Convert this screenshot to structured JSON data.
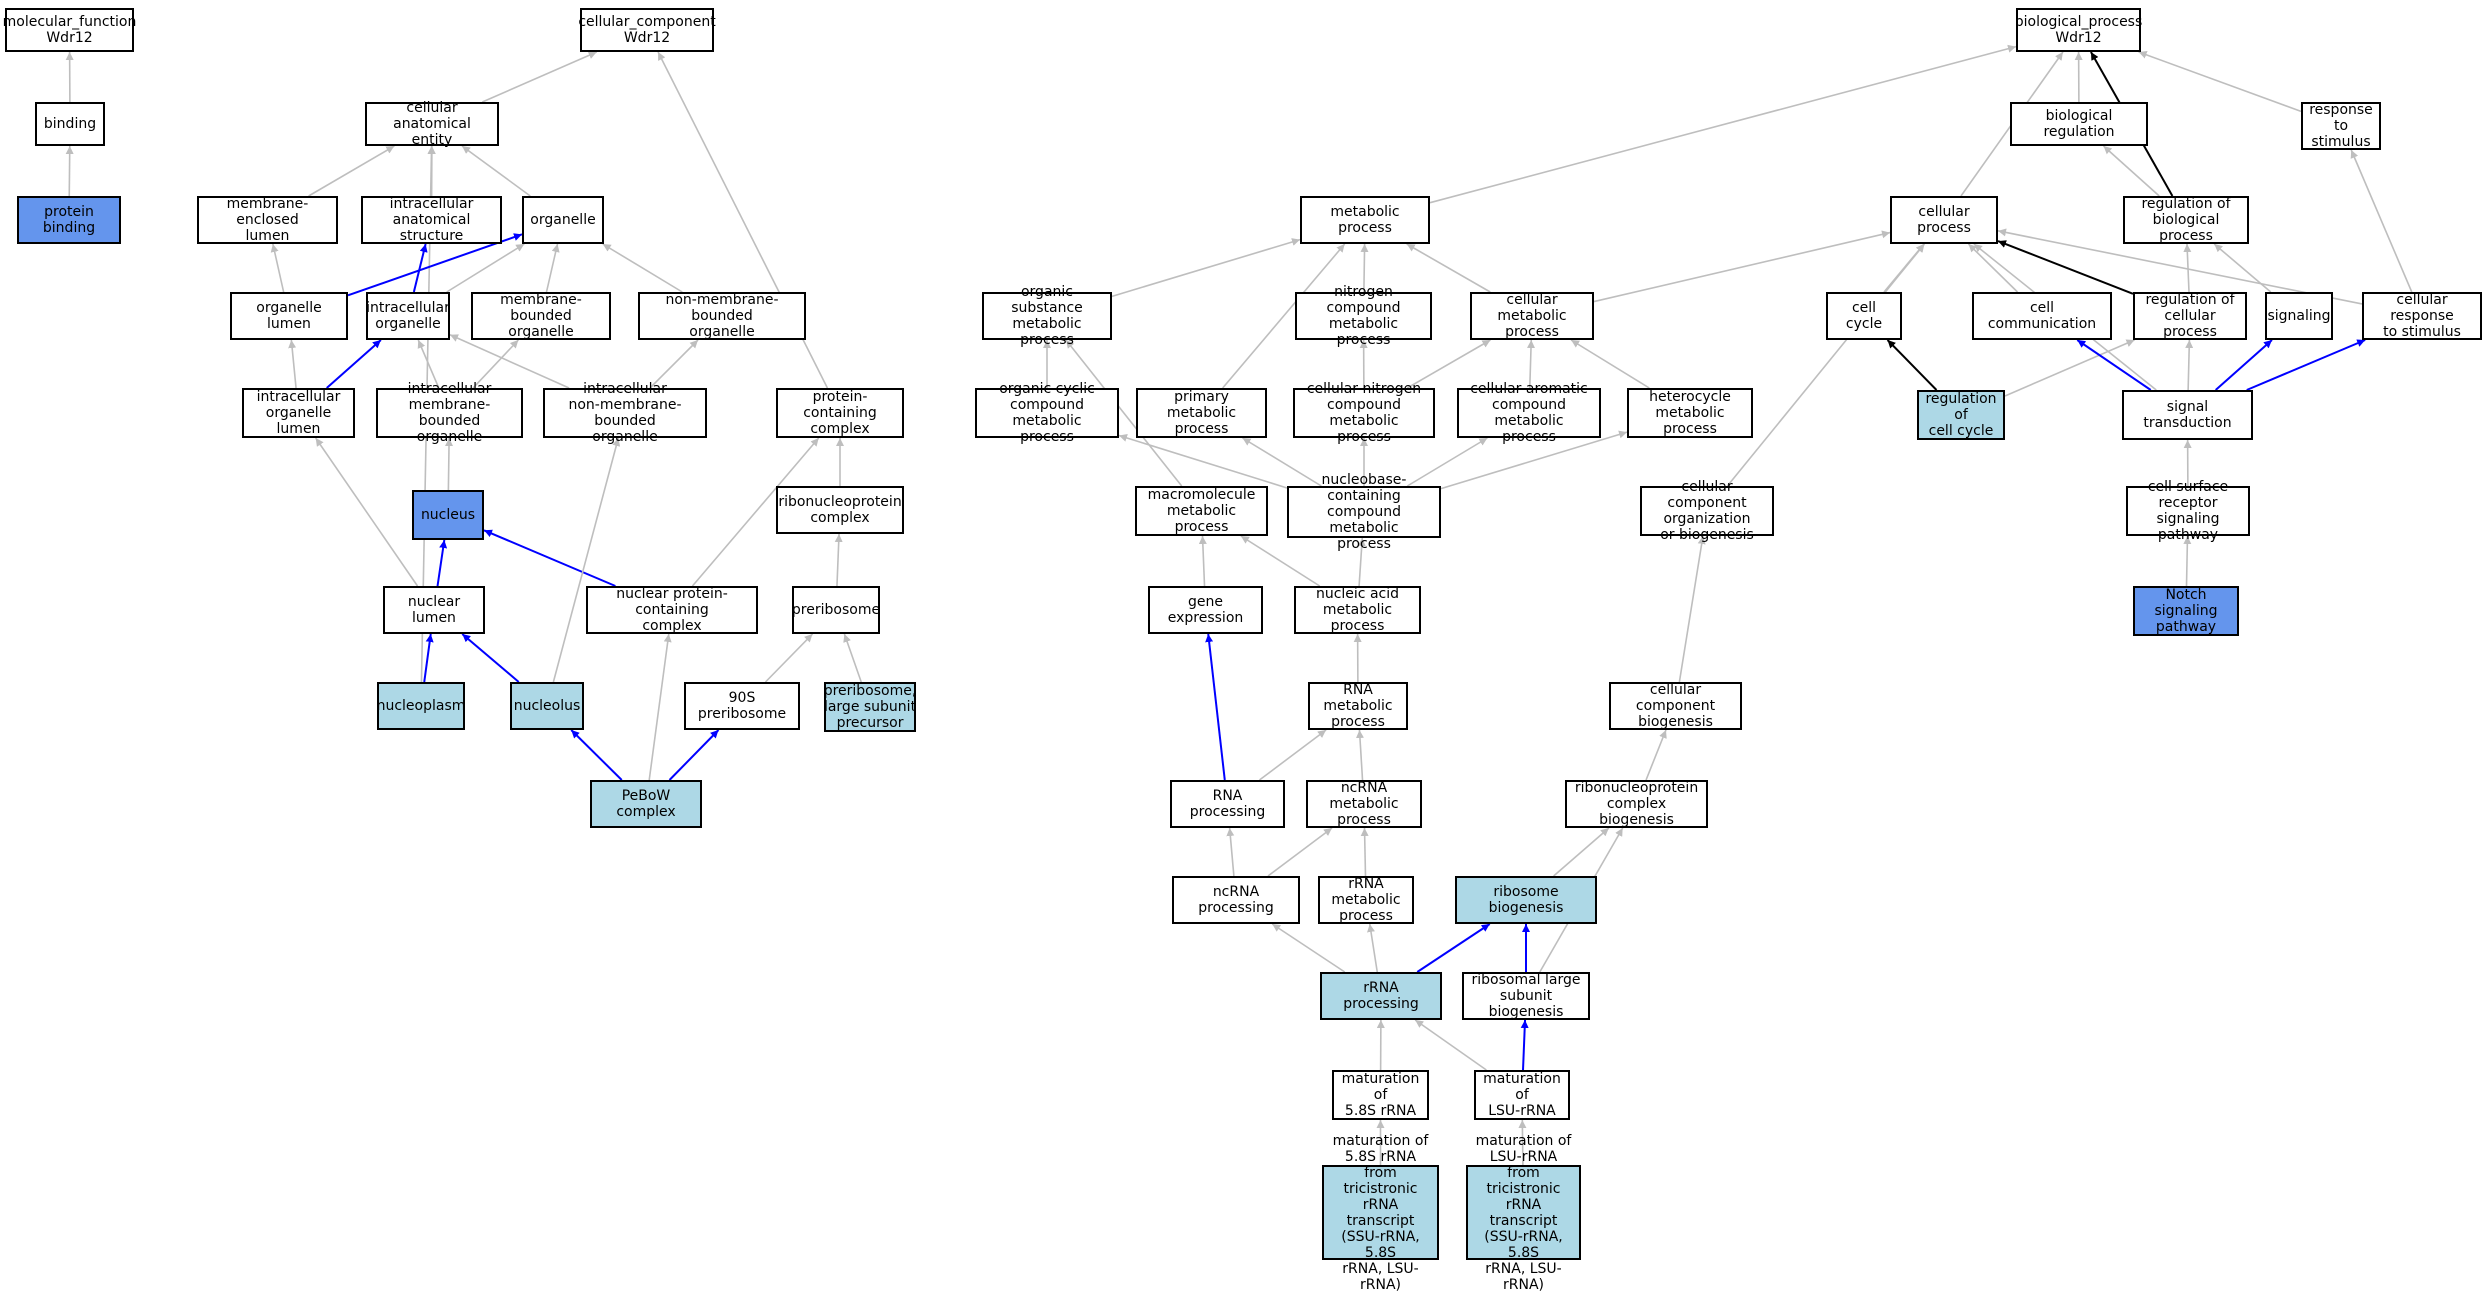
{
  "colors": {
    "edge_gray": "#bebebe",
    "edge_blue": "#0000ff",
    "edge_black": "#000000",
    "fill_light": "#add8e6",
    "fill_dark": "#6495ed",
    "fill_default": "#ffffff"
  },
  "nodes": [
    {
      "id": "mf",
      "label": "molecular_function\nWdr12",
      "fill": "white"
    },
    {
      "id": "binding",
      "label": "binding",
      "fill": "white"
    },
    {
      "id": "protbind",
      "label": "protein binding",
      "fill": "dark"
    },
    {
      "id": "cc",
      "label": "cellular_component\nWdr12",
      "fill": "white"
    },
    {
      "id": "cae",
      "label": "cellular anatomical\nentity",
      "fill": "white"
    },
    {
      "id": "mel",
      "label": "membrane-enclosed\nlumen",
      "fill": "white"
    },
    {
      "id": "ias",
      "label": "intracellular\nanatomical structure",
      "fill": "white"
    },
    {
      "id": "organelle",
      "label": "organelle",
      "fill": "white"
    },
    {
      "id": "orglumen",
      "label": "organelle lumen",
      "fill": "white"
    },
    {
      "id": "intorg",
      "label": "intracellular\norganelle",
      "fill": "white"
    },
    {
      "id": "mbo",
      "label": "membrane-bounded\norganelle",
      "fill": "white"
    },
    {
      "id": "nmbo",
      "label": "non-membrane-bounded\norganelle",
      "fill": "white"
    },
    {
      "id": "iol",
      "label": "intracellular\norganelle lumen",
      "fill": "white"
    },
    {
      "id": "imbo",
      "label": "intracellular\nmembrane-bounded\norganelle",
      "fill": "white"
    },
    {
      "id": "inmbo",
      "label": "intracellular\nnon-membrane-bounded\norganelle",
      "fill": "white"
    },
    {
      "id": "pcc",
      "label": "protein-containing\ncomplex",
      "fill": "white"
    },
    {
      "id": "rnpc",
      "label": "ribonucleoprotein\ncomplex",
      "fill": "white"
    },
    {
      "id": "nucleus",
      "label": "nucleus",
      "fill": "dark"
    },
    {
      "id": "nuclumen",
      "label": "nuclear lumen",
      "fill": "white"
    },
    {
      "id": "npcc",
      "label": "nuclear protein-containing\ncomplex",
      "fill": "white"
    },
    {
      "id": "preribo",
      "label": "preribosome",
      "fill": "white"
    },
    {
      "id": "nucleoplasm",
      "label": "nucleoplasm",
      "fill": "light"
    },
    {
      "id": "nucleolus",
      "label": "nucleolus",
      "fill": "light"
    },
    {
      "id": "pre90s",
      "label": "90S preribosome",
      "fill": "white"
    },
    {
      "id": "prelsu",
      "label": "preribosome,\nlarge subunit\nprecursor",
      "fill": "light"
    },
    {
      "id": "pebow",
      "label": "PeBoW complex",
      "fill": "light"
    },
    {
      "id": "bp",
      "label": "biological_process\nWdr12",
      "fill": "white"
    },
    {
      "id": "bioreg",
      "label": "biological regulation",
      "fill": "white"
    },
    {
      "id": "resp",
      "label": "response to\nstimulus",
      "fill": "white"
    },
    {
      "id": "metab",
      "label": "metabolic process",
      "fill": "white"
    },
    {
      "id": "cellproc",
      "label": "cellular process",
      "fill": "white"
    },
    {
      "id": "regbio",
      "label": "regulation of\nbiological process",
      "fill": "white"
    },
    {
      "id": "osmp",
      "label": "organic substance\nmetabolic process",
      "fill": "white"
    },
    {
      "id": "ncmp",
      "label": "nitrogen compound\nmetabolic process",
      "fill": "white"
    },
    {
      "id": "cmp",
      "label": "cellular metabolic\nprocess",
      "fill": "white"
    },
    {
      "id": "cellcycle",
      "label": "cell cycle",
      "fill": "white"
    },
    {
      "id": "cellcomm",
      "label": "cell communication",
      "fill": "white"
    },
    {
      "id": "regcell",
      "label": "regulation of\ncellular process",
      "fill": "white"
    },
    {
      "id": "signaling",
      "label": "signaling",
      "fill": "white"
    },
    {
      "id": "cresp",
      "label": "cellular response\nto stimulus",
      "fill": "white"
    },
    {
      "id": "occmp",
      "label": "organic cyclic\ncompound metabolic\nprocess",
      "fill": "white"
    },
    {
      "id": "pmp",
      "label": "primary metabolic\nprocess",
      "fill": "white"
    },
    {
      "id": "cncmp",
      "label": "cellular nitrogen\ncompound metabolic\nprocess",
      "fill": "white"
    },
    {
      "id": "cacmp",
      "label": "cellular aromatic\ncompound metabolic\nprocess",
      "fill": "white"
    },
    {
      "id": "hmp",
      "label": "heterocycle\nmetabolic process",
      "fill": "white"
    },
    {
      "id": "regcc",
      "label": "regulation of\ncell cycle",
      "fill": "light"
    },
    {
      "id": "sigtrans",
      "label": "signal transduction",
      "fill": "white"
    },
    {
      "id": "mmp",
      "label": "macromolecule\nmetabolic process",
      "fill": "white"
    },
    {
      "id": "nbcmp",
      "label": "nucleobase-containing\ncompound metabolic\nprocess",
      "fill": "white"
    },
    {
      "id": "ccob",
      "label": "cellular component\norganization\nor biogenesis",
      "fill": "white"
    },
    {
      "id": "csrsp",
      "label": "cell surface\nreceptor signaling\npathway",
      "fill": "white"
    },
    {
      "id": "geneexp",
      "label": "gene expression",
      "fill": "white"
    },
    {
      "id": "namp",
      "label": "nucleic acid\nmetabolic process",
      "fill": "white"
    },
    {
      "id": "notch",
      "label": "Notch signaling\npathway",
      "fill": "dark"
    },
    {
      "id": "rnamp",
      "label": "RNA metabolic\nprocess",
      "fill": "white"
    },
    {
      "id": "ccbio",
      "label": "cellular component\nbiogenesis",
      "fill": "white"
    },
    {
      "id": "rnaproc",
      "label": "RNA processing",
      "fill": "white"
    },
    {
      "id": "ncrnamp",
      "label": "ncRNA metabolic\nprocess",
      "fill": "white"
    },
    {
      "id": "rnpcb",
      "label": "ribonucleoprotein\ncomplex biogenesis",
      "fill": "white"
    },
    {
      "id": "ncrnaproc",
      "label": "ncRNA processing",
      "fill": "white"
    },
    {
      "id": "rrnamp",
      "label": "rRNA metabolic\nprocess",
      "fill": "white"
    },
    {
      "id": "ribobio",
      "label": "ribosome biogenesis",
      "fill": "light"
    },
    {
      "id": "rrnaproc",
      "label": "rRNA processing",
      "fill": "light"
    },
    {
      "id": "rlsb",
      "label": "ribosomal large\nsubunit biogenesis",
      "fill": "white"
    },
    {
      "id": "mat58s",
      "label": "maturation of\n5.8S rRNA",
      "fill": "white"
    },
    {
      "id": "matlsu",
      "label": "maturation of\nLSU-rRNA",
      "fill": "white"
    },
    {
      "id": "mat58sfull",
      "label": "maturation of\n5.8S rRNA from\ntricistronic\nrRNA transcript\n(SSU-rRNA, 5.8S\nrRNA, LSU-rRNA)",
      "fill": "light"
    },
    {
      "id": "matlsufull",
      "label": "maturation of\nLSU-rRNA from\ntricistronic\nrRNA transcript\n(SSU-rRNA, 5.8S\nrRNA, LSU-rRNA)",
      "fill": "light"
    }
  ],
  "edges": [
    {
      "from": "binding",
      "to": "mf",
      "color": "gray"
    },
    {
      "from": "protbind",
      "to": "binding",
      "color": "gray"
    },
    {
      "from": "cae",
      "to": "cc",
      "color": "gray"
    },
    {
      "from": "pcc",
      "to": "cc",
      "color": "gray"
    },
    {
      "from": "mel",
      "to": "cae",
      "color": "gray"
    },
    {
      "from": "ias",
      "to": "cae",
      "color": "gray"
    },
    {
      "from": "organelle",
      "to": "cae",
      "color": "gray"
    },
    {
      "from": "nucleoplasm",
      "to": "cae",
      "color": "gray"
    },
    {
      "from": "orglumen",
      "to": "mel",
      "color": "gray"
    },
    {
      "from": "orglumen",
      "to": "organelle",
      "color": "blue"
    },
    {
      "from": "intorg",
      "to": "ias",
      "color": "blue"
    },
    {
      "from": "intorg",
      "to": "organelle",
      "color": "gray"
    },
    {
      "from": "mbo",
      "to": "organelle",
      "color": "gray"
    },
    {
      "from": "nmbo",
      "to": "organelle",
      "color": "gray"
    },
    {
      "from": "iol",
      "to": "orglumen",
      "color": "gray"
    },
    {
      "from": "iol",
      "to": "intorg",
      "color": "blue"
    },
    {
      "from": "imbo",
      "to": "intorg",
      "color": "gray"
    },
    {
      "from": "imbo",
      "to": "mbo",
      "color": "gray"
    },
    {
      "from": "inmbo",
      "to": "intorg",
      "color": "gray"
    },
    {
      "from": "inmbo",
      "to": "nmbo",
      "color": "gray"
    },
    {
      "from": "rnpc",
      "to": "pcc",
      "color": "gray"
    },
    {
      "from": "nucleus",
      "to": "imbo",
      "color": "gray"
    },
    {
      "from": "nuclumen",
      "to": "iol",
      "color": "gray"
    },
    {
      "from": "nuclumen",
      "to": "nucleus",
      "color": "blue"
    },
    {
      "from": "npcc",
      "to": "nucleus",
      "color": "blue"
    },
    {
      "from": "npcc",
      "to": "pcc",
      "color": "gray"
    },
    {
      "from": "preribo",
      "to": "rnpc",
      "color": "gray"
    },
    {
      "from": "nucleoplasm",
      "to": "nuclumen",
      "color": "blue"
    },
    {
      "from": "nucleolus",
      "to": "nuclumen",
      "color": "blue"
    },
    {
      "from": "nucleolus",
      "to": "inmbo",
      "color": "gray"
    },
    {
      "from": "pre90s",
      "to": "preribo",
      "color": "gray"
    },
    {
      "from": "prelsu",
      "to": "preribo",
      "color": "gray"
    },
    {
      "from": "pebow",
      "to": "nucleolus",
      "color": "blue"
    },
    {
      "from": "pebow",
      "to": "pre90s",
      "color": "blue"
    },
    {
      "from": "pebow",
      "to": "npcc",
      "color": "gray"
    },
    {
      "from": "bioreg",
      "to": "bp",
      "color": "gray"
    },
    {
      "from": "resp",
      "to": "bp",
      "color": "gray"
    },
    {
      "from": "metab",
      "to": "bp",
      "color": "gray"
    },
    {
      "from": "cellproc",
      "to": "bp",
      "color": "gray"
    },
    {
      "from": "regbio",
      "to": "bp",
      "color": "black"
    },
    {
      "from": "regbio",
      "to": "bioreg",
      "color": "gray"
    },
    {
      "from": "osmp",
      "to": "metab",
      "color": "gray"
    },
    {
      "from": "ncmp",
      "to": "metab",
      "color": "gray"
    },
    {
      "from": "cmp",
      "to": "metab",
      "color": "gray"
    },
    {
      "from": "pmp",
      "to": "metab",
      "color": "gray"
    },
    {
      "from": "cmp",
      "to": "cellproc",
      "color": "gray"
    },
    {
      "from": "cellcycle",
      "to": "cellproc",
      "color": "gray"
    },
    {
      "from": "cellcomm",
      "to": "cellproc",
      "color": "gray"
    },
    {
      "from": "regcell",
      "to": "cellproc",
      "color": "black"
    },
    {
      "from": "regcell",
      "to": "regbio",
      "color": "gray"
    },
    {
      "from": "signaling",
      "to": "regbio",
      "color": "gray"
    },
    {
      "from": "cresp",
      "to": "cellproc",
      "color": "gray"
    },
    {
      "from": "cresp",
      "to": "resp",
      "color": "gray"
    },
    {
      "from": "sigtrans",
      "to": "cellproc",
      "color": "gray"
    },
    {
      "from": "ccob",
      "to": "cellproc",
      "color": "gray"
    },
    {
      "from": "occmp",
      "to": "osmp",
      "color": "gray"
    },
    {
      "from": "mmp",
      "to": "osmp",
      "color": "gray"
    },
    {
      "from": "cncmp",
      "to": "ncmp",
      "color": "gray"
    },
    {
      "from": "cncmp",
      "to": "cmp",
      "color": "gray"
    },
    {
      "from": "cacmp",
      "to": "cmp",
      "color": "gray"
    },
    {
      "from": "hmp",
      "to": "cmp",
      "color": "gray"
    },
    {
      "from": "regcc",
      "to": "cellcycle",
      "color": "black"
    },
    {
      "from": "regcc",
      "to": "regcell",
      "color": "gray"
    },
    {
      "from": "sigtrans",
      "to": "cellcomm",
      "color": "blue"
    },
    {
      "from": "sigtrans",
      "to": "regcell",
      "color": "gray"
    },
    {
      "from": "sigtrans",
      "to": "signaling",
      "color": "blue"
    },
    {
      "from": "sigtrans",
      "to": "cresp",
      "color": "blue"
    },
    {
      "from": "nbcmp",
      "to": "occmp",
      "color": "gray"
    },
    {
      "from": "nbcmp",
      "to": "pmp",
      "color": "gray"
    },
    {
      "from": "nbcmp",
      "to": "cncmp",
      "color": "gray"
    },
    {
      "from": "nbcmp",
      "to": "cacmp",
      "color": "gray"
    },
    {
      "from": "nbcmp",
      "to": "hmp",
      "color": "gray"
    },
    {
      "from": "csrsp",
      "to": "sigtrans",
      "color": "gray"
    },
    {
      "from": "notch",
      "to": "csrsp",
      "color": "gray"
    },
    {
      "from": "geneexp",
      "to": "mmp",
      "color": "gray"
    },
    {
      "from": "namp",
      "to": "mmp",
      "color": "gray"
    },
    {
      "from": "namp",
      "to": "nbcmp",
      "color": "gray"
    },
    {
      "from": "rnamp",
      "to": "namp",
      "color": "gray"
    },
    {
      "from": "ccbio",
      "to": "ccob",
      "color": "gray"
    },
    {
      "from": "rnaproc",
      "to": "geneexp",
      "color": "blue"
    },
    {
      "from": "rnaproc",
      "to": "rnamp",
      "color": "gray"
    },
    {
      "from": "ncrnamp",
      "to": "rnamp",
      "color": "gray"
    },
    {
      "from": "rnpcb",
      "to": "ccbio",
      "color": "gray"
    },
    {
      "from": "ncrnaproc",
      "to": "rnaproc",
      "color": "gray"
    },
    {
      "from": "ncrnaproc",
      "to": "ncrnamp",
      "color": "gray"
    },
    {
      "from": "rrnamp",
      "to": "ncrnamp",
      "color": "gray"
    },
    {
      "from": "ribobio",
      "to": "rnpcb",
      "color": "gray"
    },
    {
      "from": "rrnaproc",
      "to": "ncrnaproc",
      "color": "gray"
    },
    {
      "from": "rrnaproc",
      "to": "rrnamp",
      "color": "gray"
    },
    {
      "from": "rrnaproc",
      "to": "ribobio",
      "color": "blue"
    },
    {
      "from": "rlsb",
      "to": "ribobio",
      "color": "blue"
    },
    {
      "from": "rlsb",
      "to": "rnpcb",
      "color": "gray"
    },
    {
      "from": "mat58s",
      "to": "rrnaproc",
      "color": "gray"
    },
    {
      "from": "matlsu",
      "to": "rrnaproc",
      "color": "gray"
    },
    {
      "from": "matlsu",
      "to": "rlsb",
      "color": "blue"
    },
    {
      "from": "mat58sfull",
      "to": "mat58s",
      "color": "gray"
    },
    {
      "from": "matlsufull",
      "to": "matlsu",
      "color": "gray"
    }
  ]
}
